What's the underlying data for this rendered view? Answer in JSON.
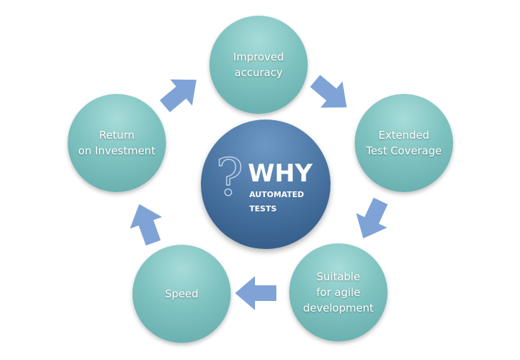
{
  "center": {
    "symbol": "?",
    "title": "WHY",
    "subtitle": "AUTOMATED\nTESTS"
  },
  "nodes": {
    "improved_accuracy": "Improved\naccuracy",
    "extended_test_coverage": "Extended\nTest Coverage",
    "suitable_agile": "Suitable\nfor agile\ndevelopment",
    "speed": "Speed",
    "return_on_investment": "Return\non Investment"
  },
  "colors": {
    "node": "#7fc3c1",
    "center": "#46709e",
    "arrow": "#7fa3d6"
  }
}
